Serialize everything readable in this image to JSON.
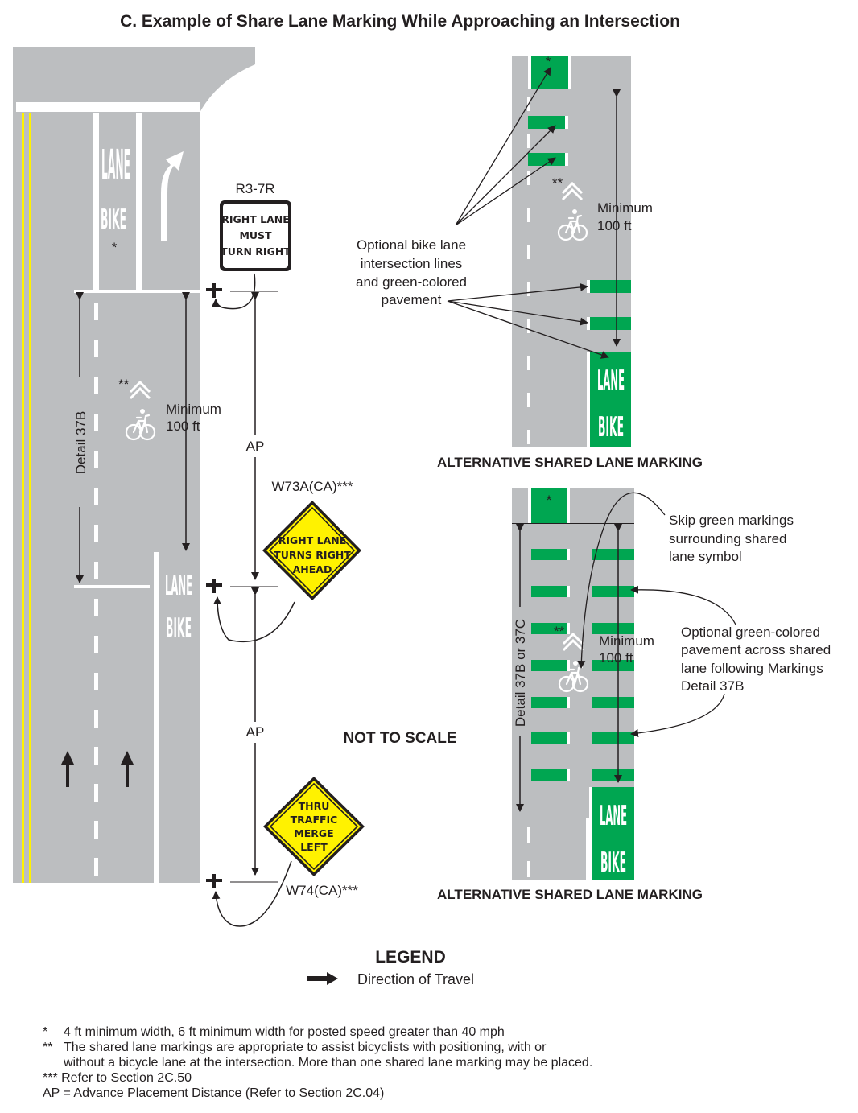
{
  "title": "C.  Example of Share Lane Marking While Approaching an Intersection",
  "pavement_text": {
    "lane": "LANE",
    "bike": "BIKE"
  },
  "labels": {
    "star": "*",
    "double_star": "**",
    "minimum": "Minimum",
    "min_dist": "100 ft",
    "detail_37b": "Detail 37B",
    "detail_37b_or_37c": "Detail 37B or 37C",
    "ap": "AP",
    "not_to_scale": "NOT TO SCALE",
    "alt_marking": "ALTERNATIVE SHARED LANE MARKING"
  },
  "signs": {
    "r3_7r": {
      "code": "R3-7R",
      "lines": [
        "RIGHT LANE",
        "MUST",
        "TURN RIGHT"
      ]
    },
    "w73a": {
      "code": "W73A(CA)***",
      "lines": [
        "RIGHT LANE",
        "TURNS RIGHT",
        "AHEAD"
      ]
    },
    "w74": {
      "code": "W74(CA)***",
      "lines": [
        "THRU",
        "TRAFFIC",
        "MERGE",
        "LEFT"
      ]
    }
  },
  "callouts": {
    "optional_bike_lane": [
      "Optional bike lane",
      "intersection lines",
      "and green-colored",
      "pavement"
    ],
    "skip_green": [
      "Skip green markings",
      "surrounding shared",
      "lane symbol"
    ],
    "optional_green": [
      "Optional green-colored",
      "pavement across shared",
      "lane following Markings",
      "Detail 37B"
    ]
  },
  "legend": {
    "title": "LEGEND",
    "item": "Direction of Travel"
  },
  "footnotes": [
    {
      "mark": "*",
      "text": "4 ft minimum width, 6 ft minimum width for posted speed greater than 40 mph"
    },
    {
      "mark": "**",
      "text": "The shared lane markings are appropriate to assist bicyclists with positioning, with or"
    },
    {
      "mark": "",
      "text": "without a bicycle lane at the intersection. More than one shared lane marking may be placed."
    },
    {
      "mark": "",
      "text": "*** Refer to Section 2C.50"
    },
    {
      "mark": "",
      "text": "AP = Advance Placement Distance (Refer to Section 2C.04)"
    }
  ],
  "colors": {
    "road": "#bcbec0",
    "green": "#00a651",
    "yellow_line": "#fff200",
    "warning_sign": "#fff200",
    "ink": "#231f20"
  },
  "icons": [
    "bicycle-icon",
    "chevron-icon",
    "right-turn-arrow-icon",
    "up-arrow-icon",
    "legend-arrow-icon",
    "sign-post-icon"
  ]
}
